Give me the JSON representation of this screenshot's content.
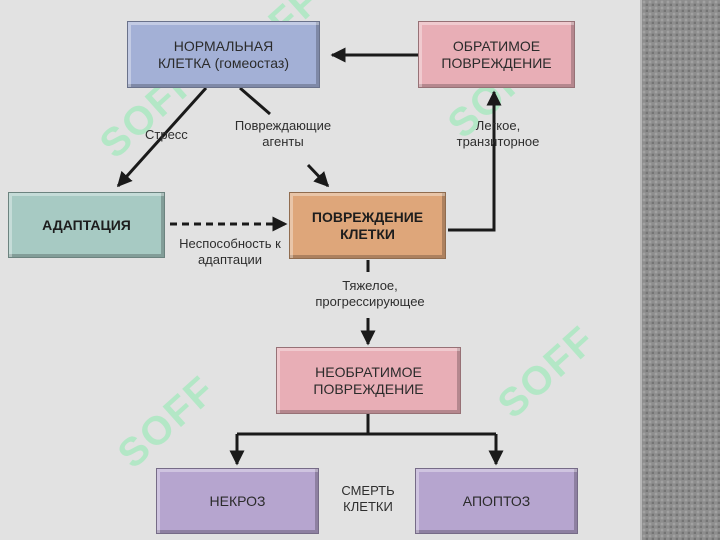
{
  "boxes": {
    "normal": "НОРМАЛЬНАЯ КЛЕТКА (гомеостаз)",
    "reversible": "ОБРАТИМОЕ ПОВРЕЖДЕНИЕ",
    "adaptation": "АДАПТАЦИЯ",
    "injury": "ПОВРЕЖДЕНИЕ КЛЕТКИ",
    "irreversible": "НЕОБРАТИМОЕ ПОВРЕЖДЕНИЕ",
    "necrosis": "НЕКРОЗ",
    "apoptosis": "АПОПТОЗ"
  },
  "labels": {
    "stress": "Стресс",
    "damaging_agents": "Повреждающие агенты",
    "mild": "Легкое, транзиторное",
    "inability": "Неспособность к адаптации",
    "severe": "Тяжелое, прогрессирующее",
    "cell_death": "СМЕРТЬ КЛЕТКИ"
  },
  "watermark": "SOFF",
  "colors": {
    "blue": "#a3b0d6",
    "pink": "#e8aeb6",
    "green": "#a7cac3",
    "orange": "#dea67a",
    "purple": "#b6a5cf",
    "arrow": "#1a1a1a"
  }
}
